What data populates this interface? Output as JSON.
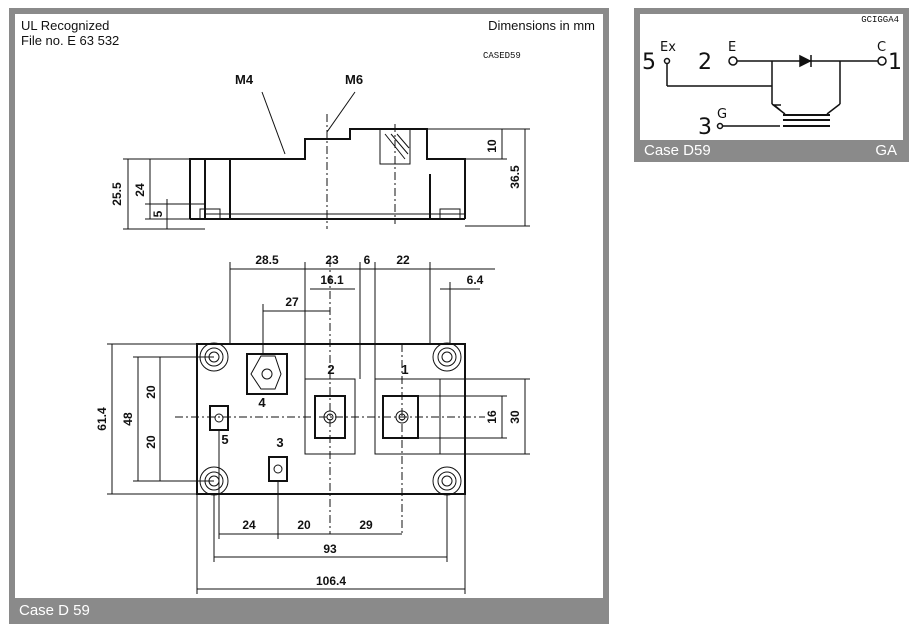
{
  "main": {
    "recognized": "UL Recognized",
    "file_no": "File no. E 63 532",
    "dimensions_note": "Dimensions in mm",
    "case_code": "CASED59",
    "footer": "Case D 59",
    "terminal_labels": {
      "m4": "M4",
      "m6": "M6"
    },
    "side_dims": {
      "d25_5": "25.5",
      "d24": "24",
      "d5": "5",
      "d10": "10",
      "d36_5": "36.5"
    },
    "top_dims": {
      "d28_5": "28.5",
      "d23": "23",
      "d6": "6",
      "d22": "22",
      "d16_1": "16.1",
      "d6_4": "6.4",
      "d27": "27"
    },
    "left_dims": {
      "d61_4": "61.4",
      "d48": "48",
      "d20a": "20",
      "d20b": "20"
    },
    "right_dims": {
      "d16": "16",
      "d30": "30"
    },
    "bottom_dims": {
      "d24": "24",
      "d20": "20",
      "d29": "29",
      "d93": "93",
      "d106_4": "106.4"
    },
    "pin_labels": {
      "p1": "1",
      "p2": "2",
      "p3": "3",
      "p4": "4",
      "p5": "5"
    }
  },
  "side": {
    "code": "GCIGGA4",
    "footer_left": "Case D59",
    "footer_right": "GA",
    "pins": {
      "p5": "5",
      "p2": "2",
      "p1": "1",
      "p3": "3"
    },
    "terminals": {
      "ex": "Ex",
      "e": "E",
      "c": "C",
      "g": "G"
    }
  }
}
